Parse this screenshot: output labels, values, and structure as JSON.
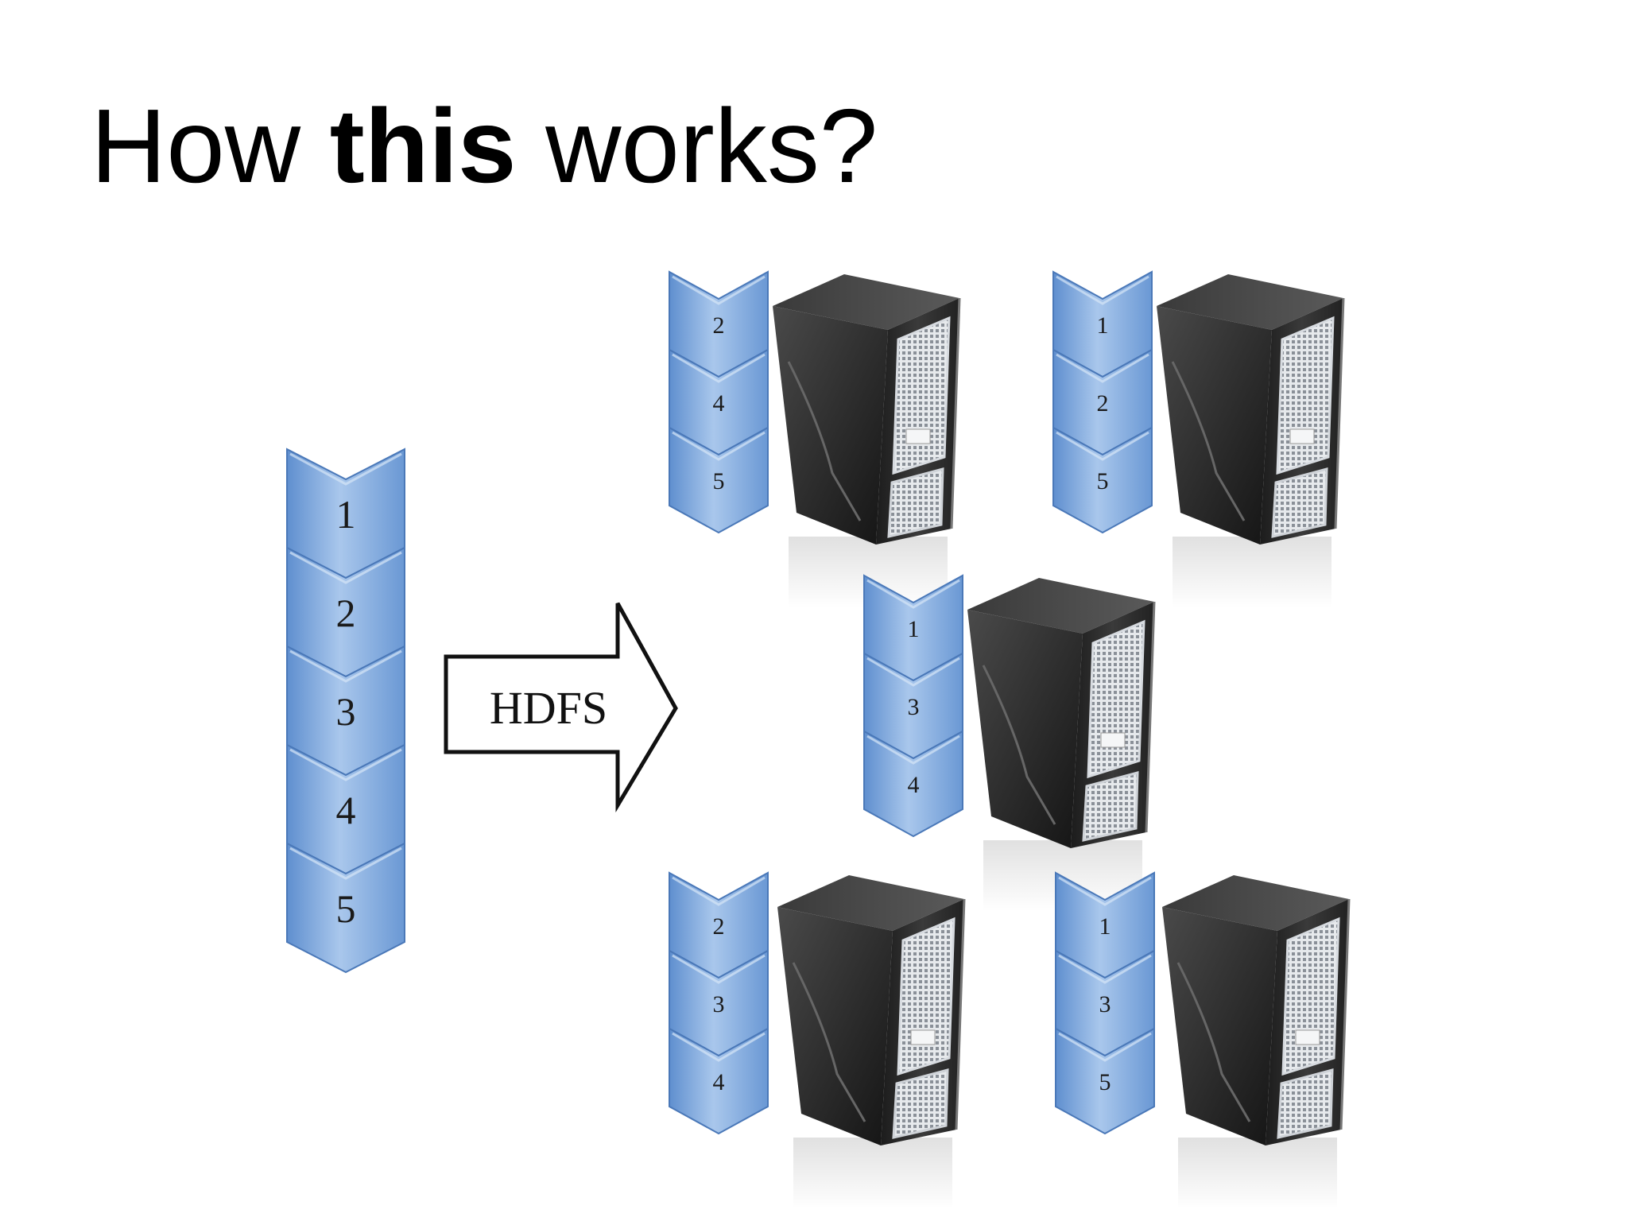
{
  "title": {
    "before": "How",
    "bold": "this",
    "after": "works?"
  },
  "arrow_label": "HDFS",
  "file_blocks": [
    "1",
    "2",
    "3",
    "4",
    "5"
  ],
  "servers": [
    {
      "blocks": [
        "2",
        "4",
        "5"
      ]
    },
    {
      "blocks": [
        "1",
        "2",
        "5"
      ]
    },
    {
      "blocks": [
        "1",
        "3",
        "4"
      ]
    },
    {
      "blocks": [
        "2",
        "3",
        "4"
      ]
    },
    {
      "blocks": [
        "1",
        "3",
        "5"
      ]
    }
  ],
  "colors": {
    "block_fill": "#7ea7da",
    "block_edge": "#4a78b8",
    "server_body": "#2b2b2b"
  }
}
